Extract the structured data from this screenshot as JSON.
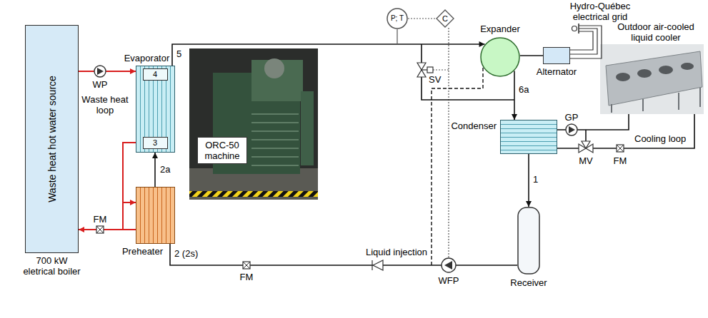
{
  "diagram": {
    "nodes": [
      {
        "text": [
          "Waste heat hot water source",
          "700 kW eletrical boiler"
        ]
      },
      {
        "text": [
          "Evaporator"
        ]
      },
      {
        "text": [
          "4"
        ],
        "in": 1
      },
      {
        "text": [
          "3"
        ],
        "in": 1
      },
      {
        "text": [
          "Preheater"
        ]
      },
      {
        "text": [
          "ORC-50 machine"
        ]
      },
      {
        "text": [
          "P; T"
        ]
      },
      {
        "text": [
          "C"
        ]
      },
      {
        "text": [
          "Expander"
        ]
      },
      {
        "text": [
          "Alternator"
        ]
      },
      {
        "text": [
          "Condenser"
        ]
      },
      {
        "text": [
          "Receiver"
        ]
      }
    ],
    "edges": [
      {
        "from": 0,
        "to": 1,
        "arrow": "to"
      },
      {
        "from": 1,
        "to": 4,
        "arrow": "to"
      },
      {
        "from": 4,
        "to": 0,
        "arrow": "to"
      },
      {
        "from": 4,
        "to": 1,
        "arrow": "to"
      },
      {
        "from": 1,
        "to": 8,
        "arrow": "to"
      },
      {
        "from": 8,
        "to": 10,
        "arrow": "to"
      },
      {
        "from": 10,
        "to": 11,
        "arrow": "to"
      },
      {
        "from": 11,
        "to": 4,
        "arrow": "none"
      },
      {
        "from": 6,
        "to": 7,
        "arrow": "none"
      },
      {
        "from": 8,
        "to": 9,
        "arrow": "none"
      }
    ],
    "labels": [
      "WP",
      "Waste heat loop",
      "5",
      "2a",
      "FM",
      "2 (2s)",
      "FM",
      "Liquid injection",
      "WFP",
      "SV",
      "Hydro-Québec electrical grid",
      "Outdoor air-cooled liquid cooler",
      "6a",
      "GP",
      "Cooling loop",
      "MV",
      "FM",
      "1"
    ]
  }
}
